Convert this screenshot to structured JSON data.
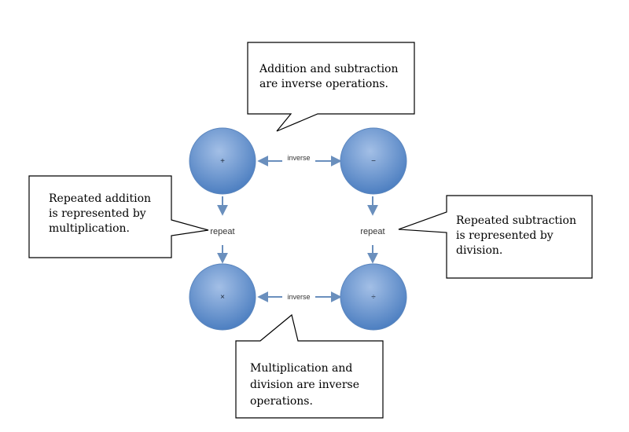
{
  "circles": {
    "plus": "+",
    "minus": "−",
    "times": "×",
    "divide": "÷"
  },
  "relations": {
    "inverse_top": "inverse",
    "inverse_bottom": "inverse",
    "repeat_left": "repeat",
    "repeat_right": "repeat"
  },
  "callouts": {
    "top": [
      "Addition and subtraction",
      "are inverse operations."
    ],
    "left": [
      "Repeated addition",
      "is represented by",
      "multiplication."
    ],
    "right": [
      "Repeated subtraction",
      "is represented by",
      "division."
    ],
    "bottom": [
      "Multiplication and",
      "division are inverse",
      "operations."
    ]
  },
  "colors": {
    "circle_fill_light": "#a3bfe6",
    "circle_fill_dark": "#4d7fc1",
    "circle_stroke": "#5b86be",
    "arrow": "#6a8fbd",
    "callout_stroke": "#000000"
  }
}
